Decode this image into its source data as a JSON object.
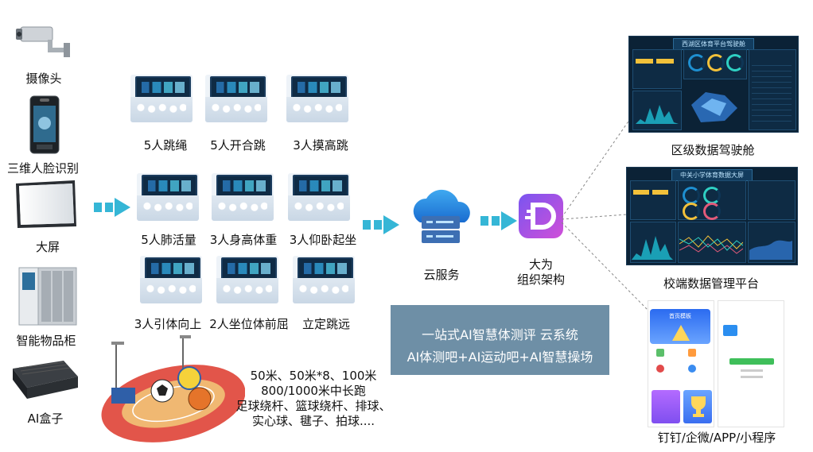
{
  "devices": [
    {
      "label": "摄像头",
      "icon": "camera-icon"
    },
    {
      "label": "三维人脸识别",
      "icon": "face-scanner-icon"
    },
    {
      "label": "大屏",
      "icon": "large-screen-icon"
    },
    {
      "label": "智能物品柜",
      "icon": "smart-cabinet-icon"
    },
    {
      "label": "AI盒子",
      "icon": "ai-box-icon"
    }
  ],
  "activities": [
    "5人跳绳",
    "5人开合跳",
    "3人摸高跳",
    "5人肺活量",
    "3人身高体重",
    "3人仰卧起坐",
    "3人引体向上",
    "2人坐位体前屈",
    "立定跳远"
  ],
  "track_items": {
    "line1": "50米、50米*8、100米",
    "line2": "800/1000米中长跑",
    "line3": "足球绕杆、篮球绕杆、排球、",
    "line4": "实心球、毽子、拍球...."
  },
  "cloud": {
    "label": "云服务",
    "icon": "cloud-server-icon"
  },
  "org": {
    "line1": "大为",
    "line2": "组织架构",
    "icon": "dawei-logo-icon"
  },
  "banner": {
    "line1": "一站式AI智慧体测评 云系统",
    "line2": "AI体测吧+AI运动吧+AI智慧操场"
  },
  "outputs": [
    {
      "label": "区级数据驾驶舱",
      "dash_title": "西湖区体育平台驾驶舱"
    },
    {
      "label": "校端数据管理平台",
      "dash_title": "中关小学体育数据大屏"
    },
    {
      "label": "钉钉/企微/APP/小程序",
      "app_title": "首页模板"
    }
  ],
  "colors": {
    "arrow": "#35b6d6",
    "banner": "#6e8fa6",
    "dashboard": "#0b2236",
    "track": "#e2554a"
  }
}
